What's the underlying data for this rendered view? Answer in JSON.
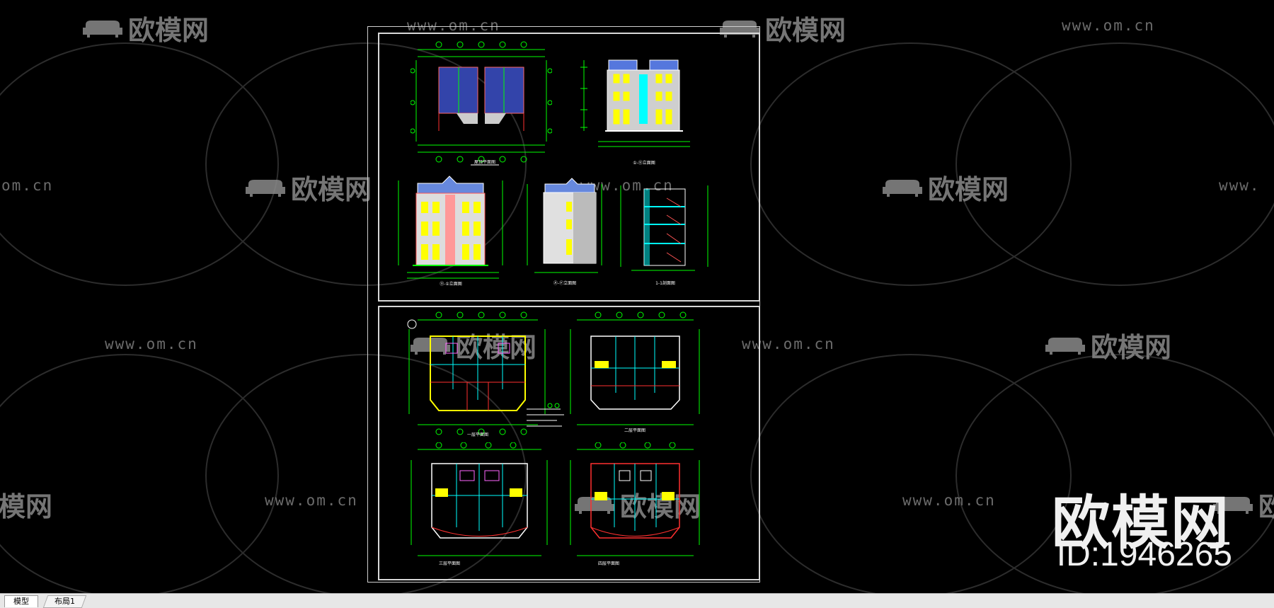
{
  "watermark": {
    "url_text": "www.om.cn",
    "partial_url_left": "om.cn",
    "partial_url_right": "www.",
    "logo_text": "欧模网",
    "partial_logo_left": "模网",
    "partial_logo_right": "欧"
  },
  "brand": {
    "name": "欧模网",
    "id_label": "ID:1946265"
  },
  "tabs": [
    {
      "label": "模型",
      "active": true
    },
    {
      "label": "布局1",
      "active": false
    }
  ],
  "colors": {
    "background": "#000000",
    "cad_green": "#00ff00",
    "cad_yellow": "#ffff00",
    "cad_red": "#ff3030",
    "cad_cyan": "#00ffff",
    "cad_blue": "#3355ff",
    "sheet_border": "#d8d8d8"
  },
  "drawing_title_labels": [
    "屋顶平面图",
    "①-⑪立面图",
    "⑪-①立面图",
    "Ⓐ-Ⓕ立面图",
    "1-1剖面图",
    "一层平面图",
    "二层平面图",
    "三层平面图",
    "四层平面图"
  ]
}
